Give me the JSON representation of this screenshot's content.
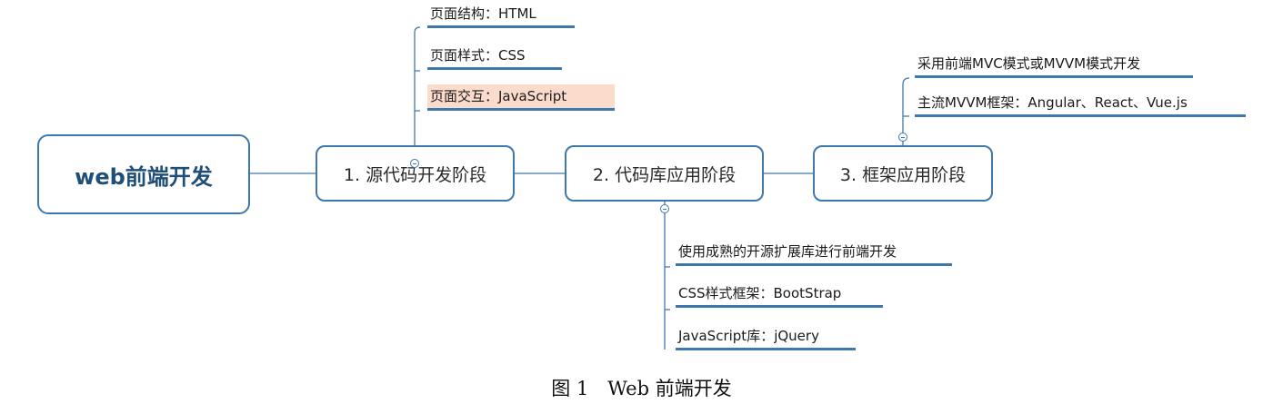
{
  "root": {
    "label": "web前端开发"
  },
  "stages": [
    {
      "label": "1. 源代码开发阶段",
      "items": [
        {
          "label": "页面结构：HTML"
        },
        {
          "label": "页面样式：CSS"
        },
        {
          "label": "页面交互：JavaScript",
          "highlighted": true
        }
      ]
    },
    {
      "label": "2. 代码库应用阶段",
      "items": [
        {
          "label": "使用成熟的开源扩展库进行前端开发"
        },
        {
          "label": "CSS样式框架：BootStrap"
        },
        {
          "label": "JavaScript库：jQuery"
        }
      ]
    },
    {
      "label": "3. 框架应用阶段",
      "items": [
        {
          "label": "采用前端MVC模式或MVVM模式开发"
        },
        {
          "label": "主流MVVM框架：Angular、React、Vue.js"
        }
      ]
    }
  ],
  "caption": "图 1　Web 前端开发",
  "colors": {
    "line": "#3f78ae",
    "highlight": "#fbdccc",
    "root_text": "#1f4e79"
  },
  "icons": {
    "collapse": "collapse-minus-icon"
  }
}
